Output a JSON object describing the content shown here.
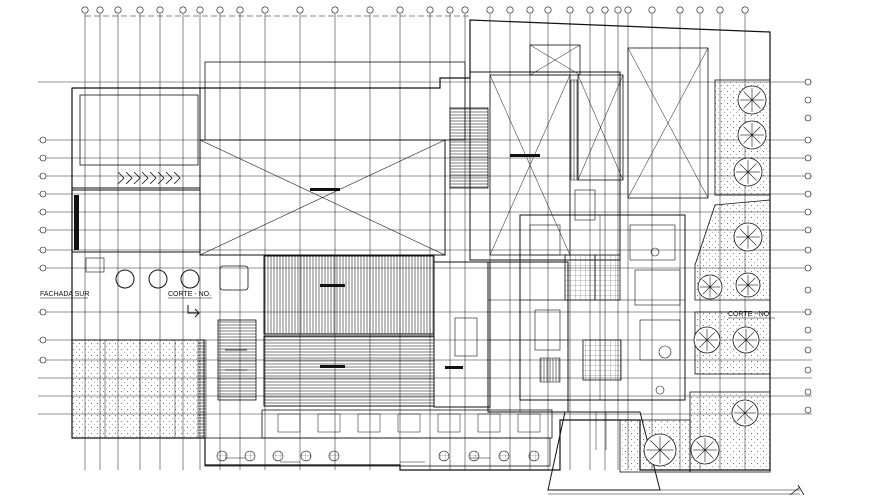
{
  "labels": {
    "fachada_sur": "FACHADA SUR",
    "corte_no": "CORTE - NO.",
    "corte_right": "CORTE - NO."
  },
  "colors": {
    "ink": "#111111",
    "paper": "#ffffff",
    "hatch": "#333333"
  },
  "icons": [
    "north-arrow-icon",
    "tree-symbol-icon",
    "grid-bubble-icon",
    "stair-icon",
    "ramp-chevron-icon"
  ]
}
